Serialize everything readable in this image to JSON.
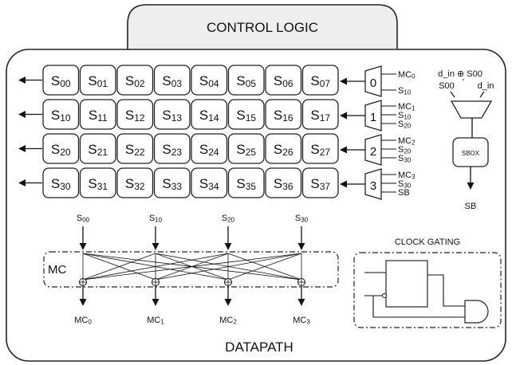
{
  "control_logic": {
    "title": "CONTROL LOGIC"
  },
  "datapath": {
    "title": "DATAPATH"
  },
  "state_matrix": {
    "rows": [
      [
        "S00",
        "S01",
        "S02",
        "S03",
        "S04",
        "S05",
        "S06",
        "S07"
      ],
      [
        "S10",
        "S11",
        "S12",
        "S13",
        "S14",
        "S15",
        "S16",
        "S17"
      ],
      [
        "S20",
        "S21",
        "S22",
        "S23",
        "S24",
        "S25",
        "S26",
        "S27"
      ],
      [
        "S30",
        "S31",
        "S32",
        "S33",
        "S34",
        "S35",
        "S36",
        "S37"
      ]
    ]
  },
  "row_muxes": [
    {
      "select": "0",
      "inputs": [
        "MC0",
        "S10"
      ]
    },
    {
      "select": "1",
      "inputs": [
        "MC1",
        "S10",
        "S20"
      ]
    },
    {
      "select": "2",
      "inputs": [
        "MC2",
        "S20",
        "S30"
      ]
    },
    {
      "select": "3",
      "inputs": [
        "MC3",
        "S30",
        "SB"
      ]
    }
  ],
  "sbox_path": {
    "top_label": "d_in ⊕ S00",
    "left_input": "S00",
    "right_input": "d_in",
    "sbox_label": "SBOX",
    "output_label": "SB"
  },
  "mix_columns": {
    "label": "MC",
    "inputs": [
      "S00",
      "S10",
      "S20",
      "S30"
    ],
    "outputs": [
      "MC0",
      "MC1",
      "MC2",
      "MC3"
    ]
  },
  "clock_gating": {
    "label": "CLOCK GATING"
  }
}
